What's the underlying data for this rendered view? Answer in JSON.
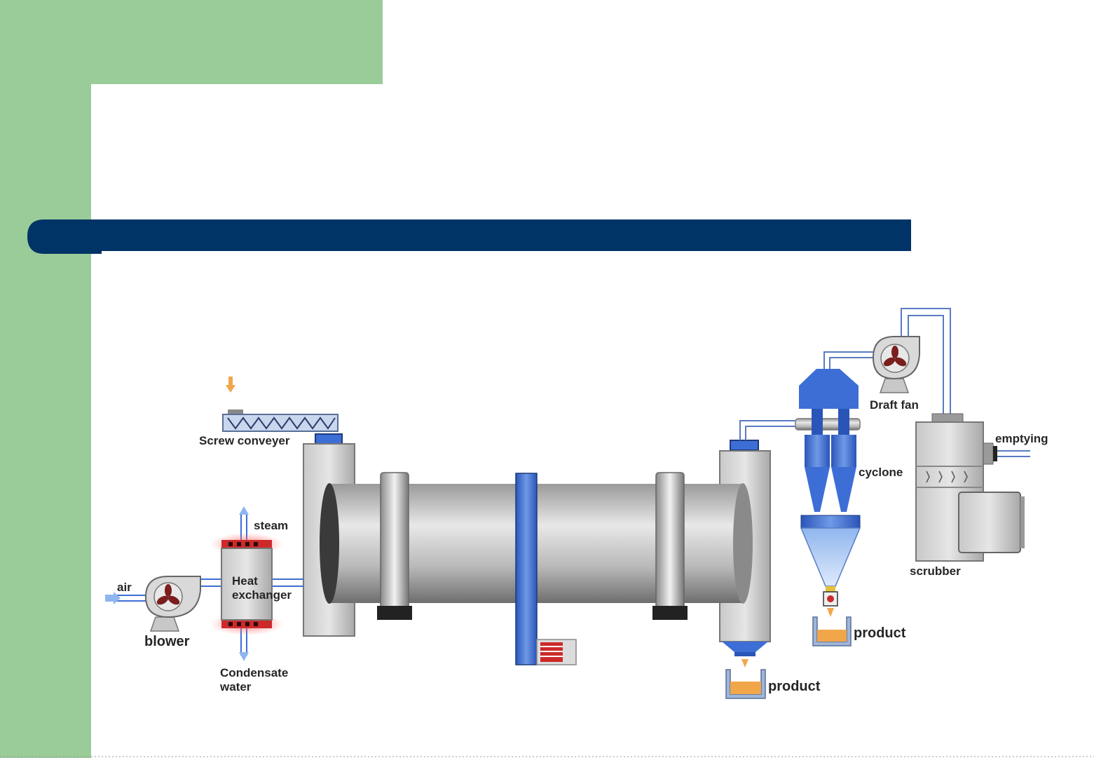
{
  "theme": {
    "sidebar_color": "#99cc99",
    "title_bar_color": "#003366",
    "background_color": "#ffffff",
    "vessel_blue": "#3d6ed6",
    "heater_red": "#cc2a2a",
    "product_orange": "#f2a64a"
  },
  "title_bar": {
    "text": ""
  },
  "diagram": {
    "labels": {
      "screw_conveyer": "Screw conveyer",
      "steam": "steam",
      "air": "air",
      "heat_exchanger_line1": "Heat",
      "heat_exchanger_line2": "exchanger",
      "blower": "blower",
      "condensate_line1": "Condensate",
      "condensate_line2": "water",
      "product_bottom": "product",
      "product_cyclone": "product",
      "cyclone": "cyclone",
      "draft_fan": "Draft fan",
      "emptying": "emptying",
      "scrubber": "scrubber"
    }
  }
}
